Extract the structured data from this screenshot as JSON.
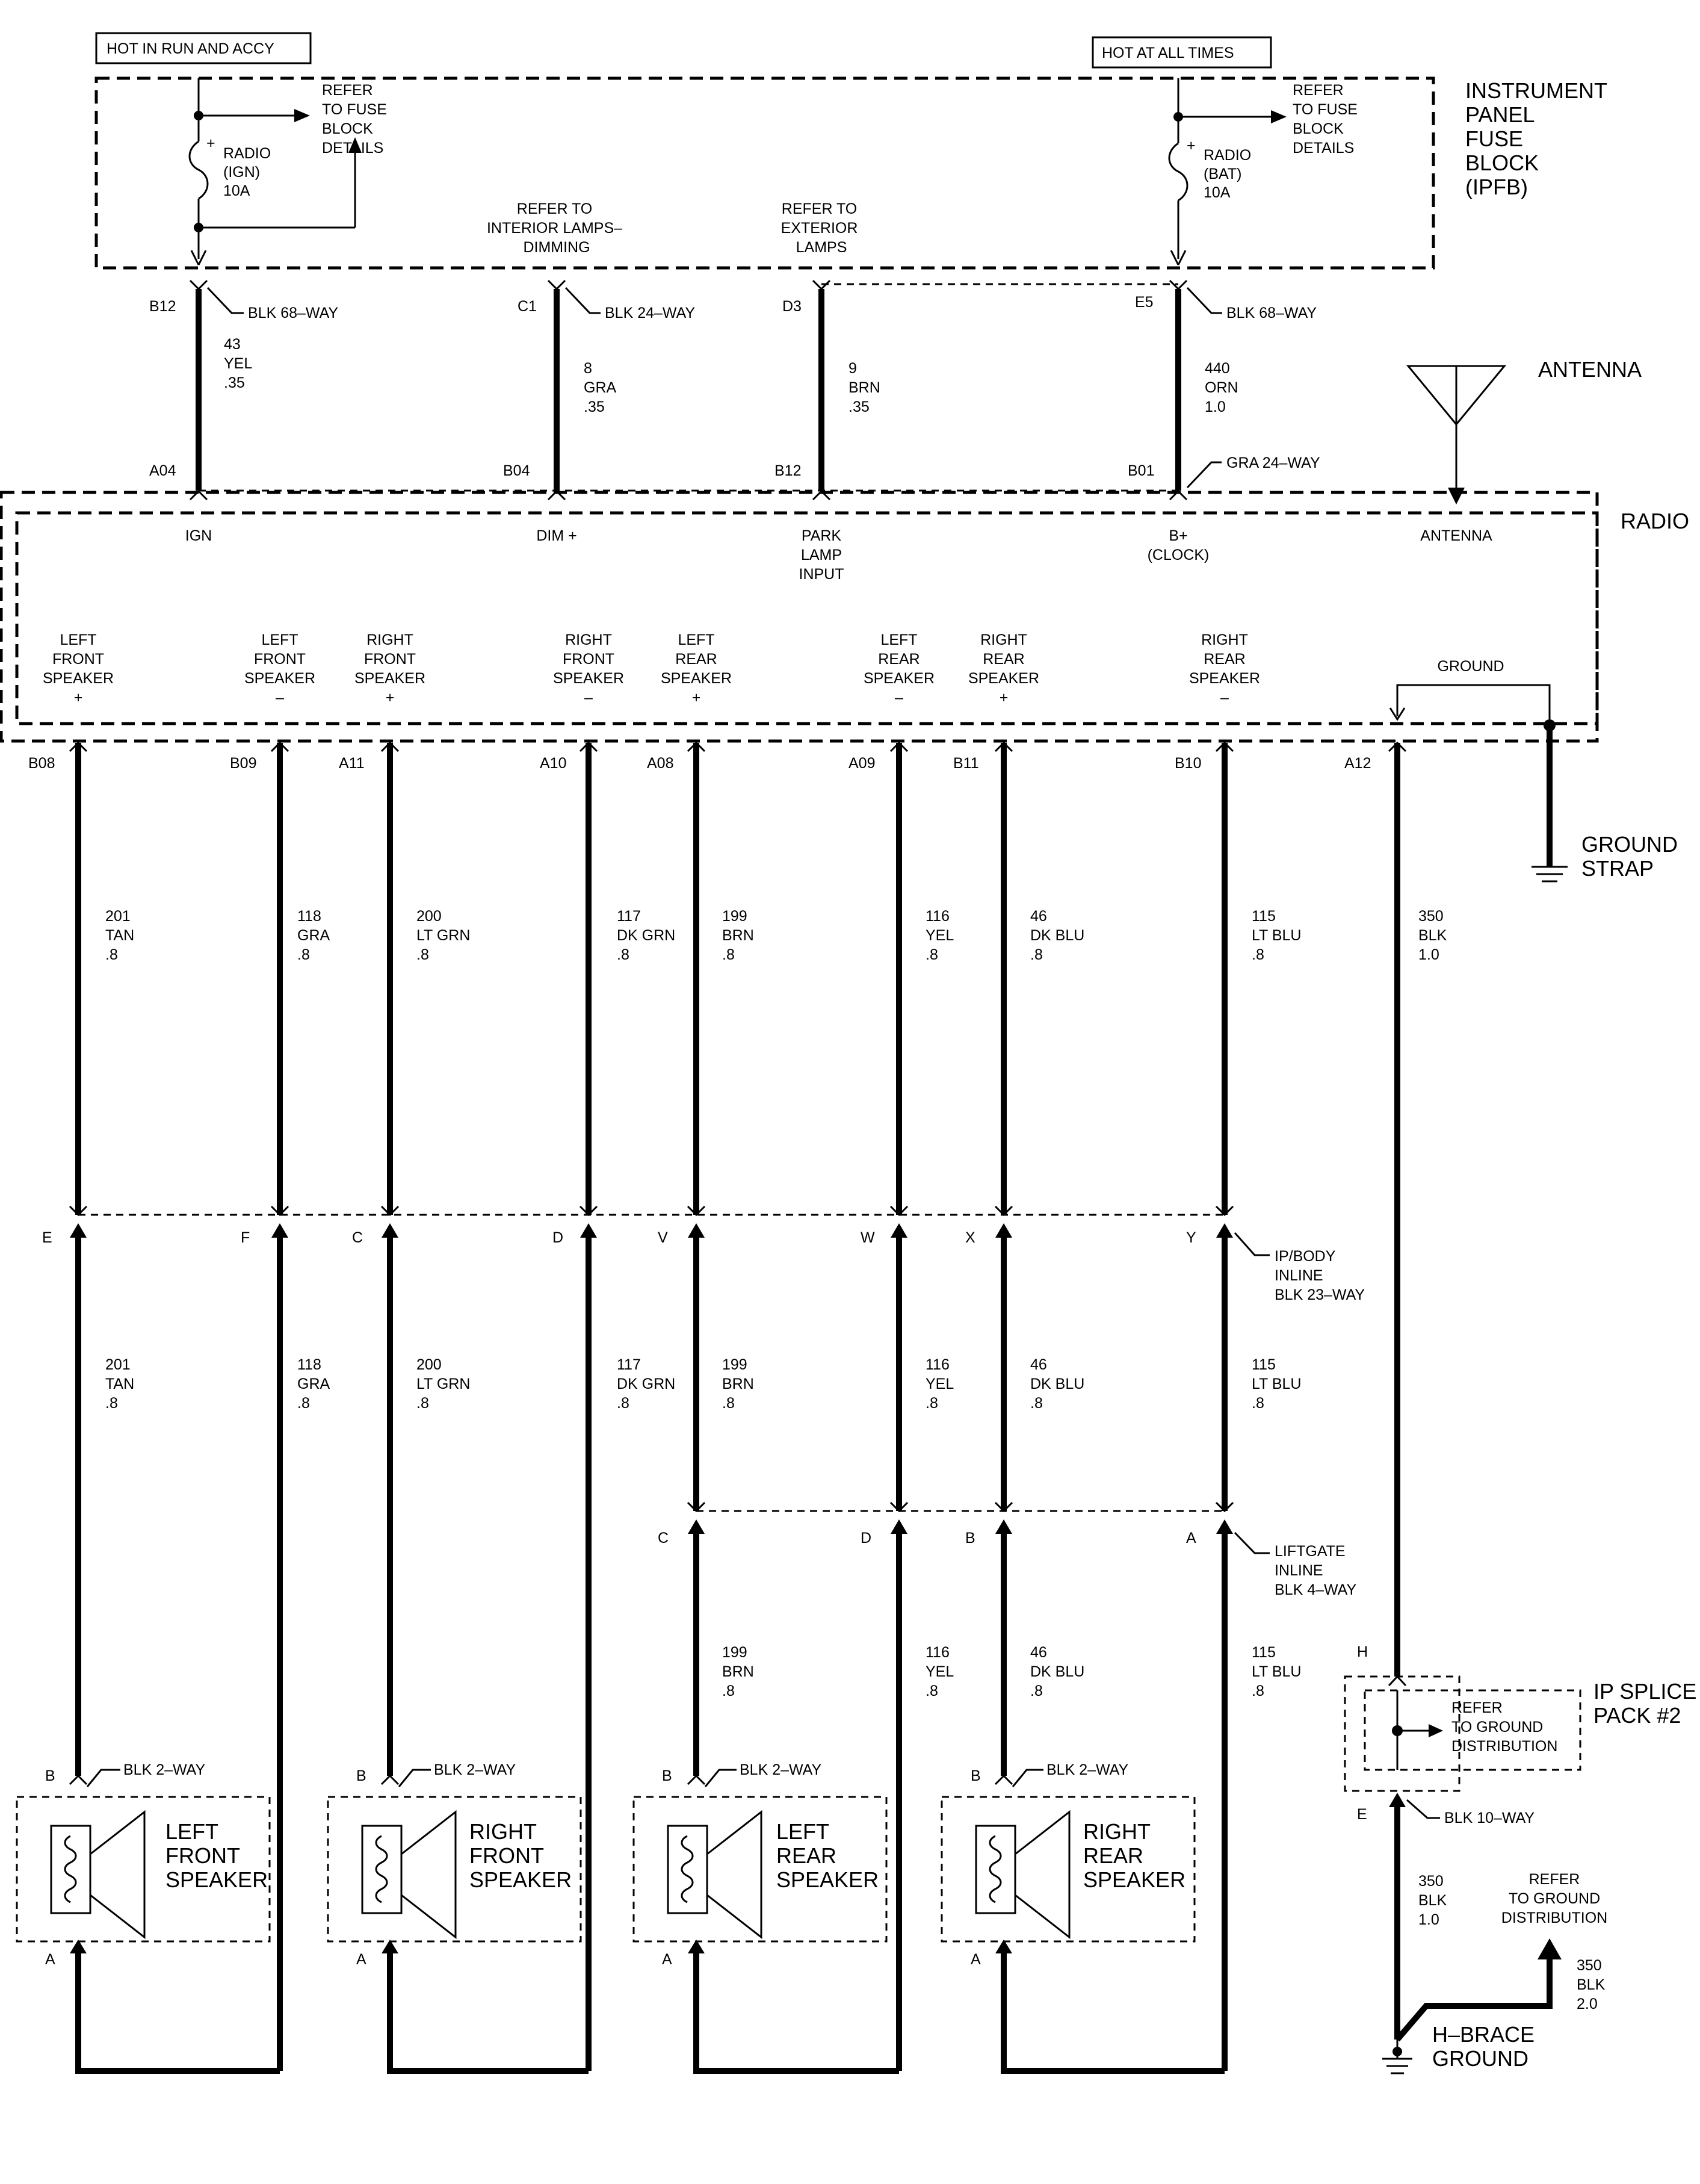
{
  "fuse_block": {
    "title_lines": [
      "INSTRUMENT",
      "PANEL",
      "FUSE",
      "BLOCK",
      "(IPFB)"
    ],
    "hot_run_accy": "HOT IN RUN AND ACCY",
    "hot_all_times": "HOT AT ALL TIMES",
    "refer_fuse_lines": [
      "REFER",
      "TO FUSE",
      "BLOCK",
      "DETAILS"
    ],
    "fuse_ign_lines": [
      "RADIO",
      "(IGN)",
      "10A"
    ],
    "fuse_bat_lines": [
      "RADIO",
      "(BAT)",
      "10A"
    ],
    "refer_interior_lines": [
      "REFER TO",
      "INTERIOR LAMPS–",
      "DIMMING"
    ],
    "refer_exterior_lines": [
      "REFER TO",
      "EXTERIOR",
      "LAMPS"
    ],
    "plus": "+"
  },
  "top_wires": [
    {
      "pin_top": "B12",
      "pin_bottom": "A04",
      "circuit_lines": [
        "43",
        "YEL",
        ".35"
      ],
      "connector": "BLK 68–WAY"
    },
    {
      "pin_top": "C1",
      "pin_bottom": "B04",
      "circuit_lines": [
        "8",
        "GRA",
        ".35"
      ],
      "connector": "BLK 24–WAY"
    },
    {
      "pin_top": "D3",
      "pin_bottom": "B12",
      "circuit_lines": [
        "9",
        "BRN",
        ".35"
      ],
      "connector": ""
    },
    {
      "pin_top": "E5",
      "pin_bottom": "B01",
      "circuit_lines": [
        "440",
        "ORN",
        "1.0"
      ],
      "connector": "BLK 68–WAY"
    }
  ],
  "radio_connector": "GRA 24–WAY",
  "antenna": "ANTENNA",
  "radio": {
    "title": "RADIO",
    "inputs": [
      [
        "IGN"
      ],
      [
        "DIM +"
      ],
      [
        "PARK",
        "LAMP",
        "INPUT"
      ],
      [
        "B+",
        "(CLOCK)"
      ],
      [
        "ANTENNA"
      ]
    ],
    "outputs": [
      [
        "LEFT",
        "FRONT",
        "SPEAKER",
        "+"
      ],
      [
        "LEFT",
        "FRONT",
        "SPEAKER",
        "–"
      ],
      [
        "RIGHT",
        "FRONT",
        "SPEAKER",
        "+"
      ],
      [
        "RIGHT",
        "FRONT",
        "SPEAKER",
        "–"
      ],
      [
        "LEFT",
        "REAR",
        "SPEAKER",
        "+"
      ],
      [
        "LEFT",
        "REAR",
        "SPEAKER",
        "–"
      ],
      [
        "RIGHT",
        "REAR",
        "SPEAKER",
        "+"
      ],
      [
        "RIGHT",
        "REAR",
        "SPEAKER",
        "–"
      ]
    ],
    "ground": "GROUND"
  },
  "ground_strap_lines": [
    "GROUND",
    "STRAP"
  ],
  "wires": [
    {
      "pin": "B08",
      "circuit_lines": [
        "201",
        "TAN",
        ".8"
      ],
      "inline_pin": "E"
    },
    {
      "pin": "B09",
      "circuit_lines": [
        "118",
        "GRA",
        ".8"
      ],
      "inline_pin": "F"
    },
    {
      "pin": "A11",
      "circuit_lines": [
        "200",
        "LT GRN",
        ".8"
      ],
      "inline_pin": "C"
    },
    {
      "pin": "A10",
      "circuit_lines": [
        "117",
        "DK GRN",
        ".8"
      ],
      "inline_pin": "D"
    },
    {
      "pin": "A08",
      "circuit_lines": [
        "199",
        "BRN",
        ".8"
      ],
      "inline_pin": "V"
    },
    {
      "pin": "A09",
      "circuit_lines": [
        "116",
        "YEL",
        ".8"
      ],
      "inline_pin": "W"
    },
    {
      "pin": "B11",
      "circuit_lines": [
        "46",
        "DK BLU",
        ".8"
      ],
      "inline_pin": "X"
    },
    {
      "pin": "B10",
      "circuit_lines": [
        "115",
        "LT BLU",
        ".8"
      ],
      "inline_pin": "Y"
    }
  ],
  "ground_wire": {
    "pin": "A12",
    "circuit_lines": [
      "350",
      "BLK",
      "1.0"
    ]
  },
  "ip_body_inline_lines": [
    "IP/BODY",
    "INLINE",
    "BLK 23–WAY"
  ],
  "liftgate_inline_lines": [
    "LIFTGATE",
    "INLINE",
    "BLK 4–WAY"
  ],
  "liftgate_pins": [
    "C",
    "D",
    "B",
    "A"
  ],
  "speakers": [
    {
      "name_lines": [
        "LEFT",
        "FRONT",
        "SPEAKER"
      ],
      "connector": "BLK 2–WAY",
      "pin_b": "B",
      "pin_a": "A"
    },
    {
      "name_lines": [
        "RIGHT",
        "FRONT",
        "SPEAKER"
      ],
      "connector": "BLK 2–WAY",
      "pin_b": "B",
      "pin_a": "A"
    },
    {
      "name_lines": [
        "LEFT",
        "REAR",
        "SPEAKER"
      ],
      "connector": "BLK 2–WAY",
      "pin_b": "B",
      "pin_a": "A"
    },
    {
      "name_lines": [
        "RIGHT",
        "REAR",
        "SPEAKER"
      ],
      "connector": "BLK 2–WAY",
      "pin_b": "B",
      "pin_a": "A"
    }
  ],
  "splice_pack": {
    "title_lines": [
      "IP SPLICE",
      "PACK #2"
    ],
    "refer_lines": [
      "REFER",
      "TO GROUND",
      "DISTRIBUTION"
    ],
    "pin_h": "H",
    "pin_e": "E",
    "connector": "BLK 10–WAY"
  },
  "lower_ground": {
    "circuit_lines": [
      "350",
      "BLK",
      "1.0"
    ],
    "refer_lines": [
      "REFER",
      "TO GROUND",
      "DISTRIBUTION"
    ],
    "circuit2_lines": [
      "350",
      "BLK",
      "2.0"
    ],
    "name_lines": [
      "H–BRACE",
      "GROUND"
    ]
  }
}
